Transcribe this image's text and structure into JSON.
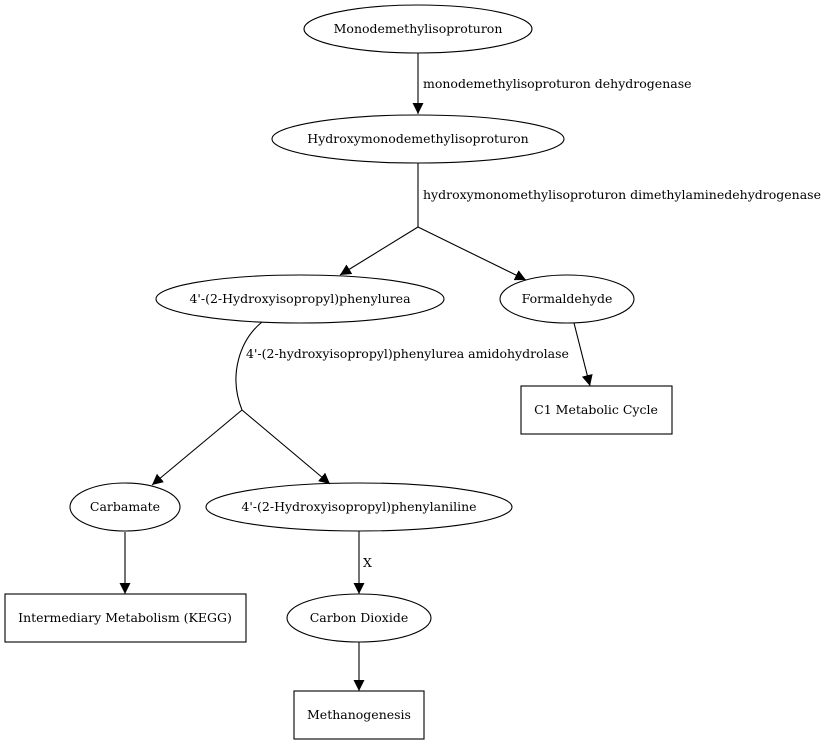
{
  "nodes": {
    "monodemethylisoproturon": "Monodemethylisoproturon",
    "hydroxymonodemethylisoproturon": "Hydroxymonodemethylisoproturon",
    "hydroxyisopropyl_phenylurea": "4'-(2-Hydroxyisopropyl)phenylurea",
    "formaldehyde": "Formaldehyde",
    "c1_metabolic_cycle": "C1 Metabolic Cycle",
    "carbamate": "Carbamate",
    "hydroxyisopropyl_phenylaniline": "4'-(2-Hydroxyisopropyl)phenylaniline",
    "intermediary_metabolism": "Intermediary Metabolism (KEGG)",
    "carbon_dioxide": "Carbon Dioxide",
    "methanogenesis": "Methanogenesis"
  },
  "edges": {
    "monodemethylisoproturon_dehydrogenase": "monodemethylisoproturon dehydrogenase",
    "hydroxymonomethylisoproturon_dehydrogenase": "hydroxymonomethylisoproturon dimethylaminedehydrogenase",
    "phenylurea_amidohydrolase": "4'-(2-hydroxyisopropyl)phenylurea amidohydrolase",
    "unknown_step": "X"
  }
}
